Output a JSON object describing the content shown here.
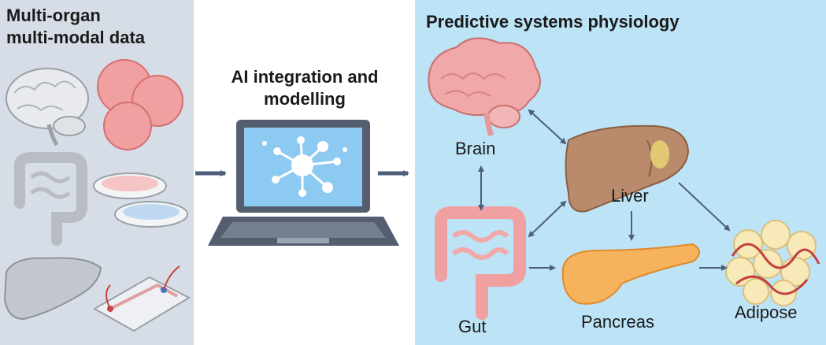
{
  "left": {
    "title_line1": "Multi-organ",
    "title_line2": "multi-modal data"
  },
  "middle": {
    "title_line1": "AI integration and",
    "title_line2": "modelling"
  },
  "right": {
    "title": "Predictive systems physiology",
    "organs": {
      "brain": "Brain",
      "liver": "Liver",
      "gut": "Gut",
      "pancreas": "Pancreas",
      "adipose": "Adipose"
    }
  },
  "colors": {
    "left_panel": "#d6dde7",
    "right_panel": "#bde3f6",
    "arrow": "#4d5e79",
    "brain": "#f0a8a8",
    "liver": "#b98b6c",
    "gut": "#f0a0a0",
    "pancreas": "#f7b25c",
    "adipose": "#f8eab8"
  },
  "icons": [
    "brain-icon",
    "cell-spheroid-icon",
    "intestine-icon",
    "petri-dish-icon",
    "liver-icon",
    "organ-on-chip-icon",
    "laptop-icon",
    "network-icon"
  ]
}
